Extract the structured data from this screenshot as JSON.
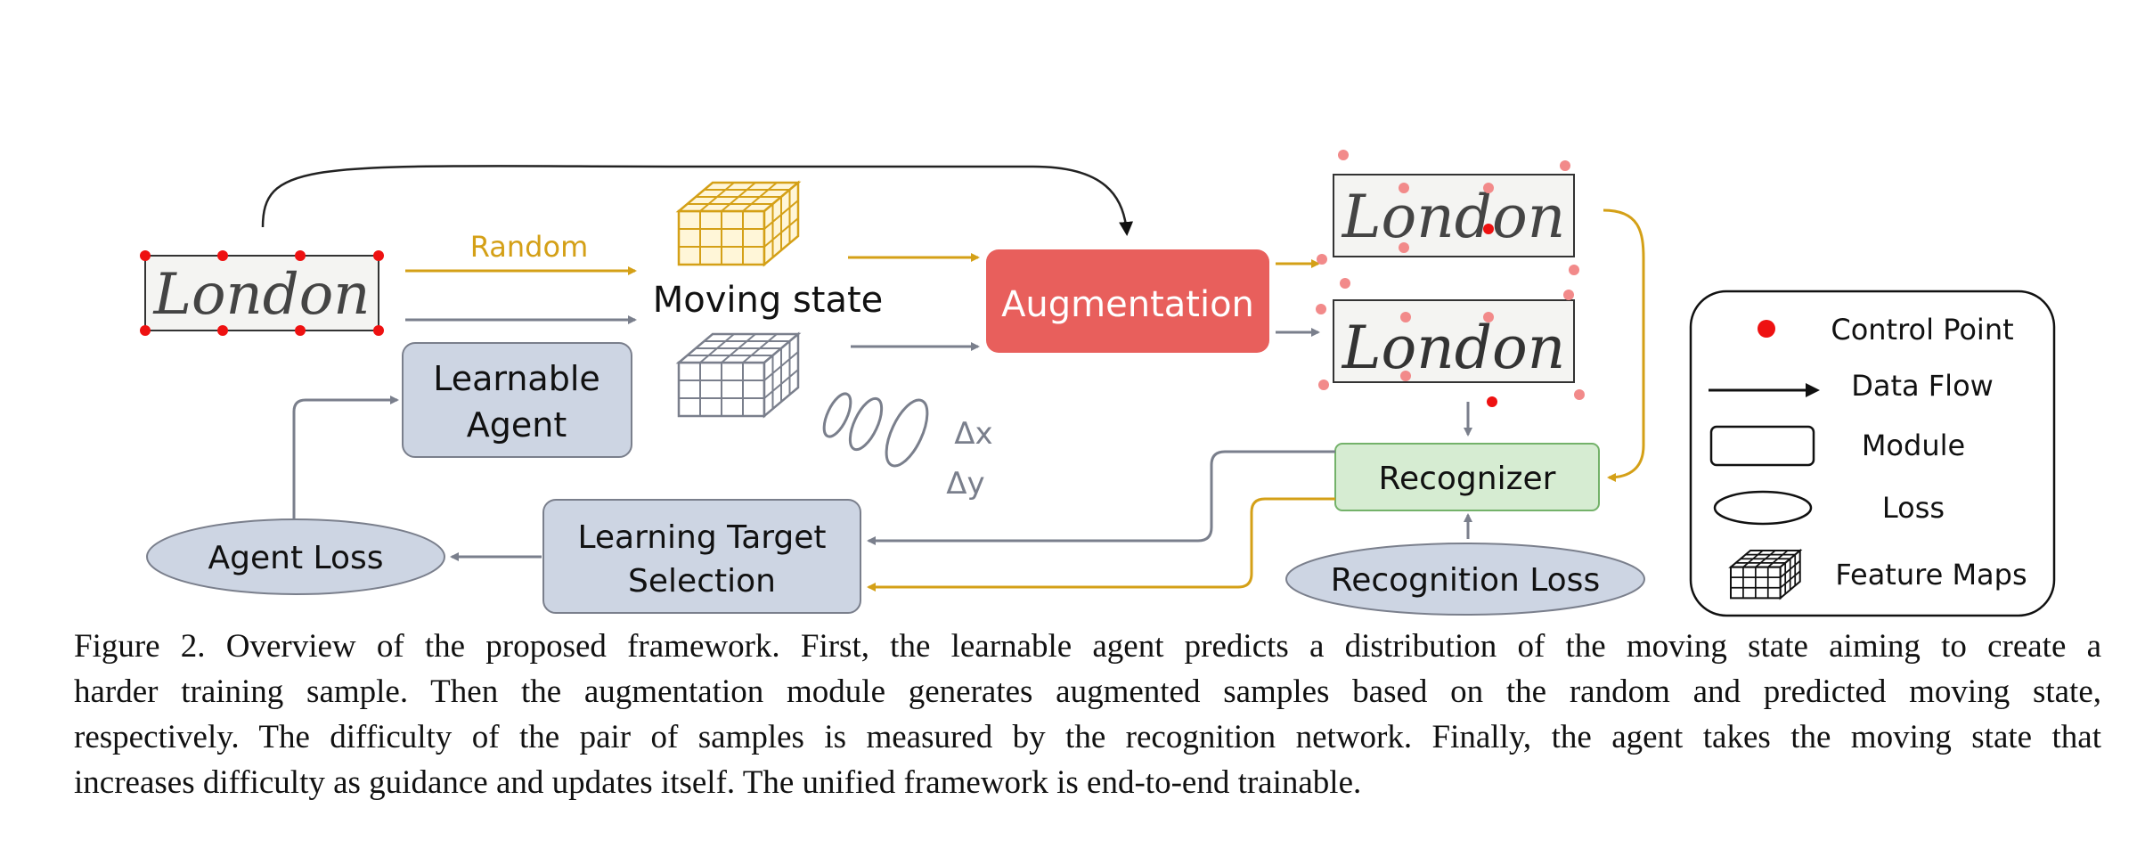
{
  "diagram": {
    "labels": {
      "random": "Random",
      "moving_state": "Moving state",
      "augmentation": "Augmentation",
      "learnable_agent_line1": "Learnable",
      "learnable_agent_line2": "Agent",
      "delta_x": "Δx",
      "delta_y": "Δy",
      "recognizer": "Recognizer",
      "recognition_loss": "Recognition Loss",
      "learning_target_line1": "Learning Target",
      "learning_target_line2": "Selection",
      "agent_loss": "Agent Loss"
    },
    "legend": {
      "control_point": "Control Point",
      "data_flow": "Data Flow",
      "module": "Module",
      "loss": "Loss",
      "feature_maps": "Feature Maps"
    },
    "handwritten_word": "London",
    "colors": {
      "gold": "#d4a017",
      "gray": "#7a7f8c",
      "augmentation_fill": "#e85f5c",
      "module_fill": "#cdd5e3",
      "recognizer_fill": "#d6ecd2",
      "recognizer_border": "#74b26a",
      "control_point": "#ee1111",
      "control_point_faded": "#f28a8a"
    }
  },
  "caption": {
    "line1": "Figure 2. Overview of the proposed framework.  First, the learnable agent predicts a distribution of the moving state aiming to create a",
    "line2": "harder training sample.  Then the augmentation module generates augmented samples based on the random and predicted moving state,",
    "line3": "respectively.  The difficulty of the pair of samples is measured by the recognition network.  Finally, the agent takes the moving state that",
    "line4": "increases difficulty as guidance and updates itself. The unified framework is end-to-end trainable."
  }
}
